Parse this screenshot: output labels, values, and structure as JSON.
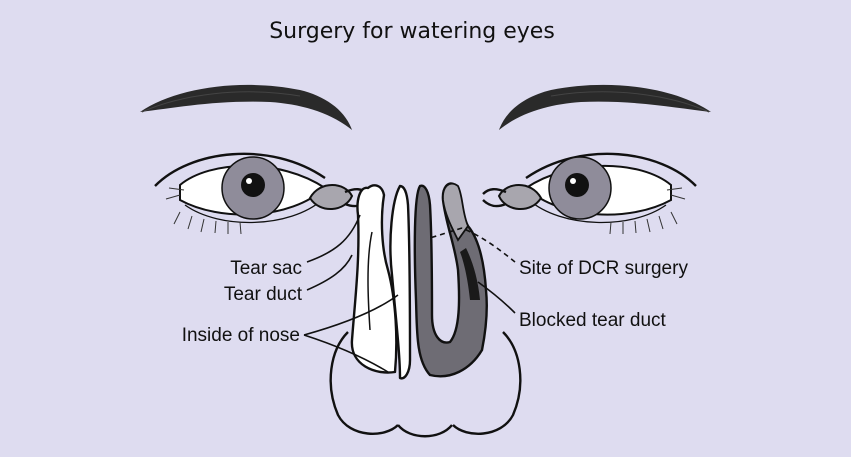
{
  "title": "Surgery for watering eyes",
  "labels": {
    "tear_sac": "Tear sac",
    "tear_duct": "Tear duct",
    "inside_nose": "Inside of nose",
    "dcr_site": "Site of DCR surgery",
    "blocked_duct": "Blocked tear duct"
  },
  "colors": {
    "background": "#dedcf0",
    "iris": "#8f8c9a",
    "blocked_side_fill": "#6e6c74",
    "blocked_segment": "#1a1a1a",
    "open_sac_fill": "#a8a6ae"
  }
}
